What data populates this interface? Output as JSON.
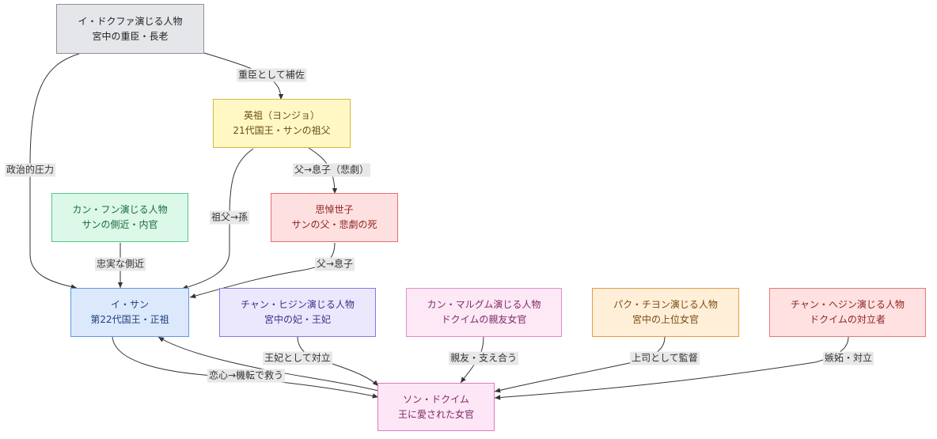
{
  "nodes": [
    {
      "id": "lee_dokhwa",
      "line1": "イ・ドクファ演じる人物",
      "line2": "宮中の重臣・長老",
      "fill": "#e5e6ea",
      "stroke": "#8f9097",
      "text": "#222222"
    },
    {
      "id": "yeongjo",
      "line1": "英祖（ヨンジョ）",
      "line2": "21代国王・サンの祖父",
      "fill": "#fff8c5",
      "stroke": "#d7b638",
      "text": "#6b4e10"
    },
    {
      "id": "sado",
      "line1": "思悼世子",
      "line2": "サンの父・悲劇の死",
      "fill": "#ffe0e0",
      "stroke": "#ea6e6e",
      "text": "#8f2222"
    },
    {
      "id": "kang_hun",
      "line1": "カン・フン演じる人物",
      "line2": "サンの側近・内官",
      "fill": "#dbf8e8",
      "stroke": "#58c58c",
      "text": "#1a6b40"
    },
    {
      "id": "isan",
      "line1": "イ・サン",
      "line2": "第22代国王・正祖",
      "fill": "#dce9fc",
      "stroke": "#5f97e5",
      "text": "#1d3f7a"
    },
    {
      "id": "queen",
      "line1": "チャン・ヒジン演じる人物",
      "line2": "宮中の妃・王妃",
      "fill": "#ebe8fd",
      "stroke": "#8778e2",
      "text": "#3b2f8a"
    },
    {
      "id": "friend",
      "line1": "カン・マルグム演じる人物",
      "line2": "ドクイムの親友女官",
      "fill": "#fde8f6",
      "stroke": "#e48ccb",
      "text": "#7f2a66"
    },
    {
      "id": "senior",
      "line1": "パク・チヨン演じる人物",
      "line2": "宮中の上位女官",
      "fill": "#ffefd9",
      "stroke": "#e79c3e",
      "text": "#7a4a0e"
    },
    {
      "id": "rival",
      "line1": "チャン・ヘジン演じる人物",
      "line2": "ドクイムの対立者",
      "fill": "#ffe1e1",
      "stroke": "#e77777",
      "text": "#8f2222"
    },
    {
      "id": "dokim",
      "line1": "ソン・ドクイム",
      "line2": "王に愛された女官",
      "fill": "#fde6f5",
      "stroke": "#df7ac4",
      "text": "#7f2a66"
    }
  ],
  "edges": [
    {
      "id": "lee-to-yeongjo",
      "label": "重臣として補佐"
    },
    {
      "id": "lee-to-isan",
      "label": "政治的圧力"
    },
    {
      "id": "yeongjo-to-sado",
      "label": "父→息子（悲劇）"
    },
    {
      "id": "yeongjo-to-isan",
      "label": "祖父→孫"
    },
    {
      "id": "kang-to-isan",
      "label": "忠実な側近"
    },
    {
      "id": "sado-to-isan",
      "label": "父→息子"
    },
    {
      "id": "isan-to-dokim",
      "label": "恋心→機転で救う"
    },
    {
      "id": "queen-to-dokim",
      "label": "王妃として対立"
    },
    {
      "id": "friend-to-dokim",
      "label": "親友・支え合う"
    },
    {
      "id": "senior-to-dokim",
      "label": "上司として監督"
    },
    {
      "id": "rival-to-dokim",
      "label": "嫉妬・対立"
    }
  ],
  "colors": {
    "edge": "#333333",
    "label_bg": "#e8e8e8"
  }
}
